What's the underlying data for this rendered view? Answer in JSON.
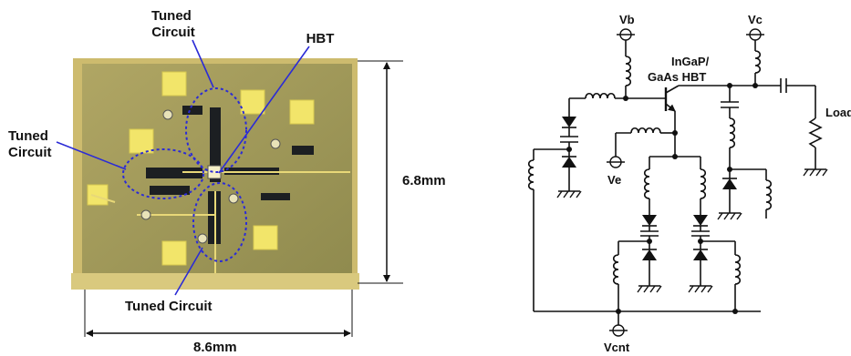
{
  "photo": {
    "tuned_circuit_top": [
      "Tuned",
      "Circuit"
    ],
    "tuned_circuit_left": [
      "Tuned",
      "Circuit"
    ],
    "tuned_circuit_bottom": "Tuned Circuit",
    "hbt": "HBT",
    "height_dim": "6.8mm",
    "width_dim": "8.6mm"
  },
  "schematic": {
    "vb": "Vb",
    "vc": "Vc",
    "hbt_line1": "InGaP/",
    "hbt_line2": "GaAs HBT",
    "load": "Load",
    "ve": "Ve",
    "vcnt": "Vcnt"
  },
  "colors": {
    "die": "#a39c5a",
    "die_rim": "#cdbb6e",
    "pad": "#f2e56a",
    "strip": "#1c1f22",
    "annotation": "#2b2bd6"
  }
}
